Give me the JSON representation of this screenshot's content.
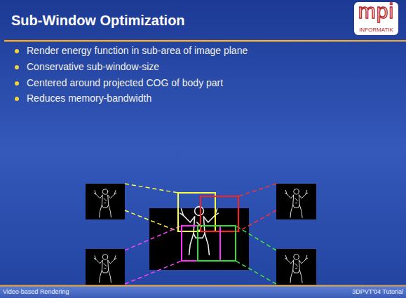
{
  "diagram": {
    "title": "Sub-Window Optimization",
    "labels": [
      "mpi",
      "INFORMATIK",
      "Render energy function in sub-area of image plane",
      "Conservative sub-window-size",
      "Centered around projected COG of body part",
      "Reduces memory-bandwidth",
      "Video-based Rendering",
      "3DPVT'04 Tutorial"
    ]
  }
}
